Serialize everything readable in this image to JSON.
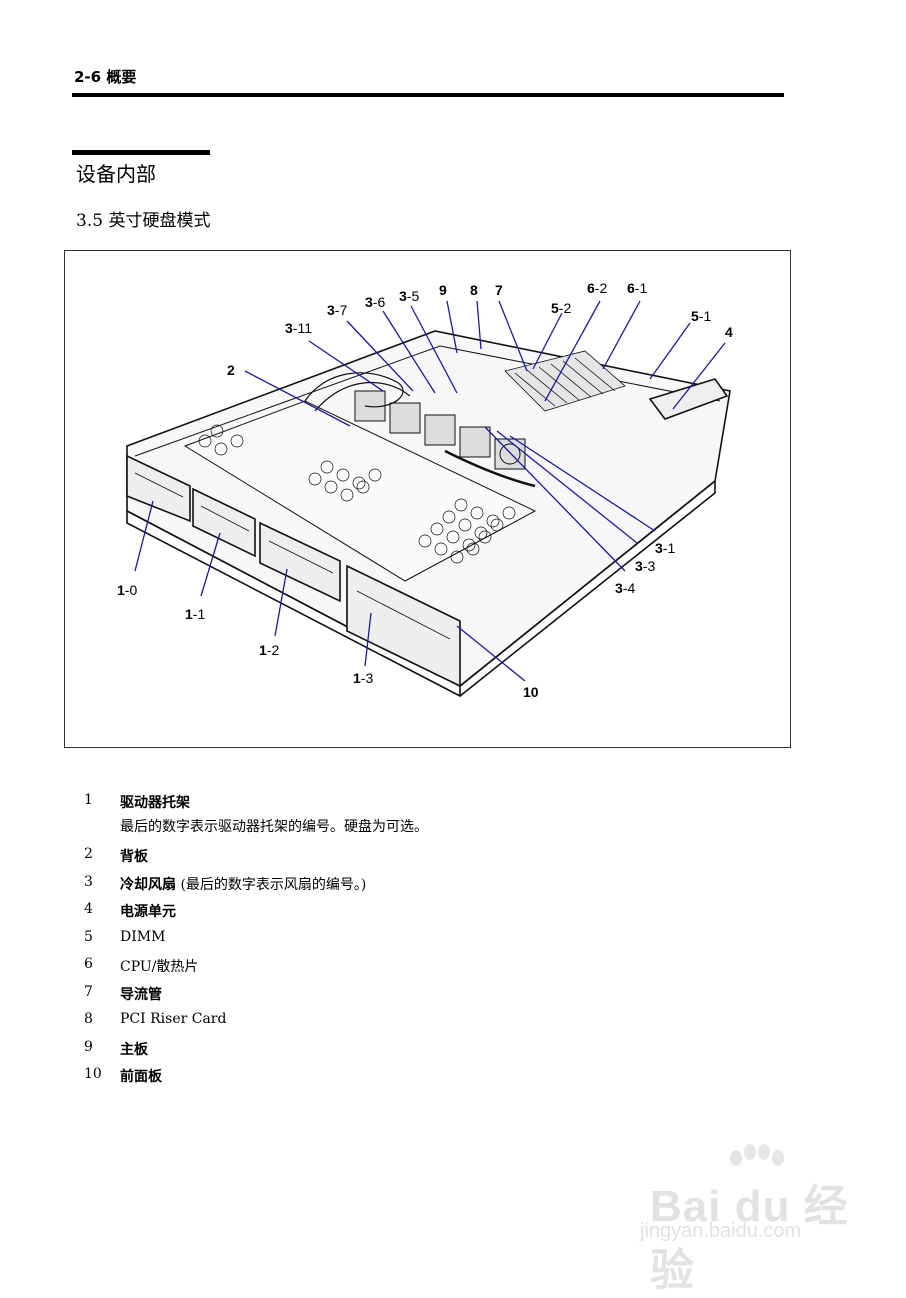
{
  "header": {
    "label": "2-6   概要"
  },
  "section": {
    "title": "设备内部",
    "subtitle": "3.5 英寸硬盘模式"
  },
  "figure": {
    "callouts": [
      {
        "id": "c-3-11",
        "bold": "3",
        "suffix": "-11"
      },
      {
        "id": "c-3-7",
        "bold": "3",
        "suffix": "-7"
      },
      {
        "id": "c-3-6",
        "bold": "3",
        "suffix": "-6"
      },
      {
        "id": "c-3-5",
        "bold": "3",
        "suffix": "-5"
      },
      {
        "id": "c-9",
        "bold": "9",
        "suffix": ""
      },
      {
        "id": "c-8",
        "bold": "8",
        "suffix": ""
      },
      {
        "id": "c-7",
        "bold": "7",
        "suffix": ""
      },
      {
        "id": "c-5-2",
        "bold": "5",
        "suffix": "-2"
      },
      {
        "id": "c-6-2",
        "bold": "6",
        "suffix": "-2"
      },
      {
        "id": "c-6-1",
        "bold": "6",
        "suffix": "-1"
      },
      {
        "id": "c-5-1",
        "bold": "5",
        "suffix": "-1"
      },
      {
        "id": "c-4",
        "bold": "4",
        "suffix": ""
      },
      {
        "id": "c-2",
        "bold": "2",
        "suffix": ""
      },
      {
        "id": "c-3-1",
        "bold": "3",
        "suffix": "-1"
      },
      {
        "id": "c-3-3",
        "bold": "3",
        "suffix": "-3"
      },
      {
        "id": "c-3-4",
        "bold": "3",
        "suffix": "-4"
      },
      {
        "id": "c-1-0",
        "bold": "1",
        "suffix": "-0"
      },
      {
        "id": "c-1-1",
        "bold": "1",
        "suffix": "-1"
      },
      {
        "id": "c-1-2",
        "bold": "1",
        "suffix": "-2"
      },
      {
        "id": "c-1-3",
        "bold": "1",
        "suffix": "-3"
      },
      {
        "id": "c-10",
        "bold": "10",
        "suffix": ""
      }
    ],
    "line_color": "#1a1aa0"
  },
  "legend": [
    {
      "num": "1",
      "label": "驱动器托架",
      "desc": "最后的数字表示驱动器托架的编号。硬盘为可选。"
    },
    {
      "num": "2",
      "label": "背板",
      "desc": ""
    },
    {
      "num": "3",
      "label": "冷却风扇",
      "desc": " (最后的数字表示风扇的编号。)"
    },
    {
      "num": "4",
      "label": "电源单元",
      "desc": ""
    },
    {
      "num": "5",
      "label": "DIMM",
      "desc": ""
    },
    {
      "num": "6",
      "label": "CPU/散热片",
      "desc": ""
    },
    {
      "num": "7",
      "label": "导流管",
      "desc": ""
    },
    {
      "num": "8",
      "label": "PCI Riser Card",
      "desc": ""
    },
    {
      "num": "9",
      "label": "主板",
      "desc": ""
    },
    {
      "num": "10",
      "label": "前面板",
      "desc": ""
    }
  ],
  "watermark": {
    "brand": "Bai  du 经验",
    "url": "jingyan.baidu.com"
  }
}
